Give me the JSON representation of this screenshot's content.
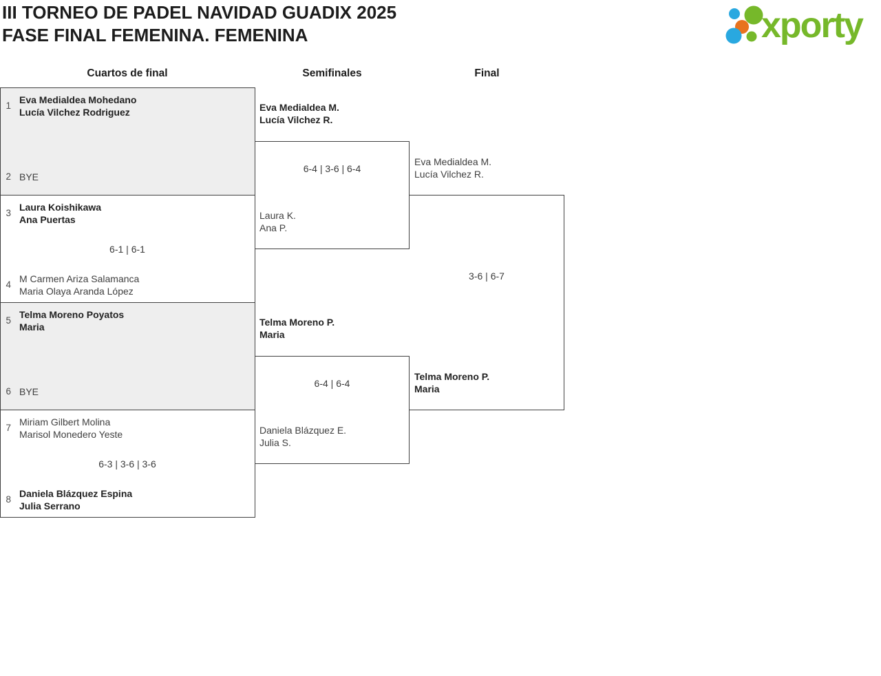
{
  "header": {
    "title_line1": "III TORNEO DE PADEL NAVIDAD GUADIX 2025",
    "title_line2": "FASE FINAL FEMENINA. FEMENINA",
    "logo_text": "xporty"
  },
  "rounds": [
    "Cuartos de final",
    "Semifinales",
    "Final"
  ],
  "colors": {
    "brand_green": "#76b82a",
    "brand_blue": "#29a8e0",
    "brand_orange": "#e8731f",
    "shaded_box": "#eeeeee",
    "border": "#404040"
  },
  "matches": {
    "qf1": {
      "team1": {
        "seed": "1",
        "line1": "Eva Medialdea Mohedano",
        "line2": "Lucía Vilchez Rodriguez",
        "winner": true
      },
      "team2": {
        "seed": "2",
        "line1": "BYE",
        "winner": false
      }
    },
    "qf2": {
      "team1": {
        "seed": "3",
        "line1": "Laura Koishikawa",
        "line2": "Ana Puertas",
        "winner": true
      },
      "team2": {
        "seed": "4",
        "line1": "M Carmen Ariza Salamanca",
        "line2": "Maria Olaya Aranda López",
        "winner": false
      },
      "score": "6-1 | 6-1"
    },
    "qf3": {
      "team1": {
        "seed": "5",
        "line1": "Telma Moreno Poyatos",
        "line2": "Maria",
        "winner": true
      },
      "team2": {
        "seed": "6",
        "line1": "BYE",
        "winner": false
      }
    },
    "qf4": {
      "team1": {
        "seed": "7",
        "line1": "Miriam Gilbert Molina",
        "line2": "Marisol Monedero Yeste",
        "winner": false
      },
      "team2": {
        "seed": "8",
        "line1": "Daniela Blázquez Espina",
        "line2": "Julia Serrano",
        "winner": true
      },
      "score": "6-3 | 3-6 | 3-6"
    },
    "sf1": {
      "team1": {
        "line1": "Eva Medialdea M.",
        "line2": "Lucía Vilchez R.",
        "winner": true
      },
      "team2": {
        "line1": "Laura K.",
        "line2": "Ana P.",
        "winner": false
      },
      "score": "6-4 | 3-6 | 6-4"
    },
    "sf2": {
      "team1": {
        "line1": "Telma Moreno P.",
        "line2": "Maria",
        "winner": true
      },
      "team2": {
        "line1": "Daniela Blázquez E.",
        "line2": "Julia S.",
        "winner": false
      },
      "score": "6-4 | 6-4"
    },
    "final": {
      "team1": {
        "line1": "Eva Medialdea M.",
        "line2": "Lucía Vilchez R.",
        "winner": false
      },
      "team2": {
        "line1": "Telma Moreno P.",
        "line2": "Maria",
        "winner": true
      },
      "score": "3-6 | 6-7"
    }
  }
}
